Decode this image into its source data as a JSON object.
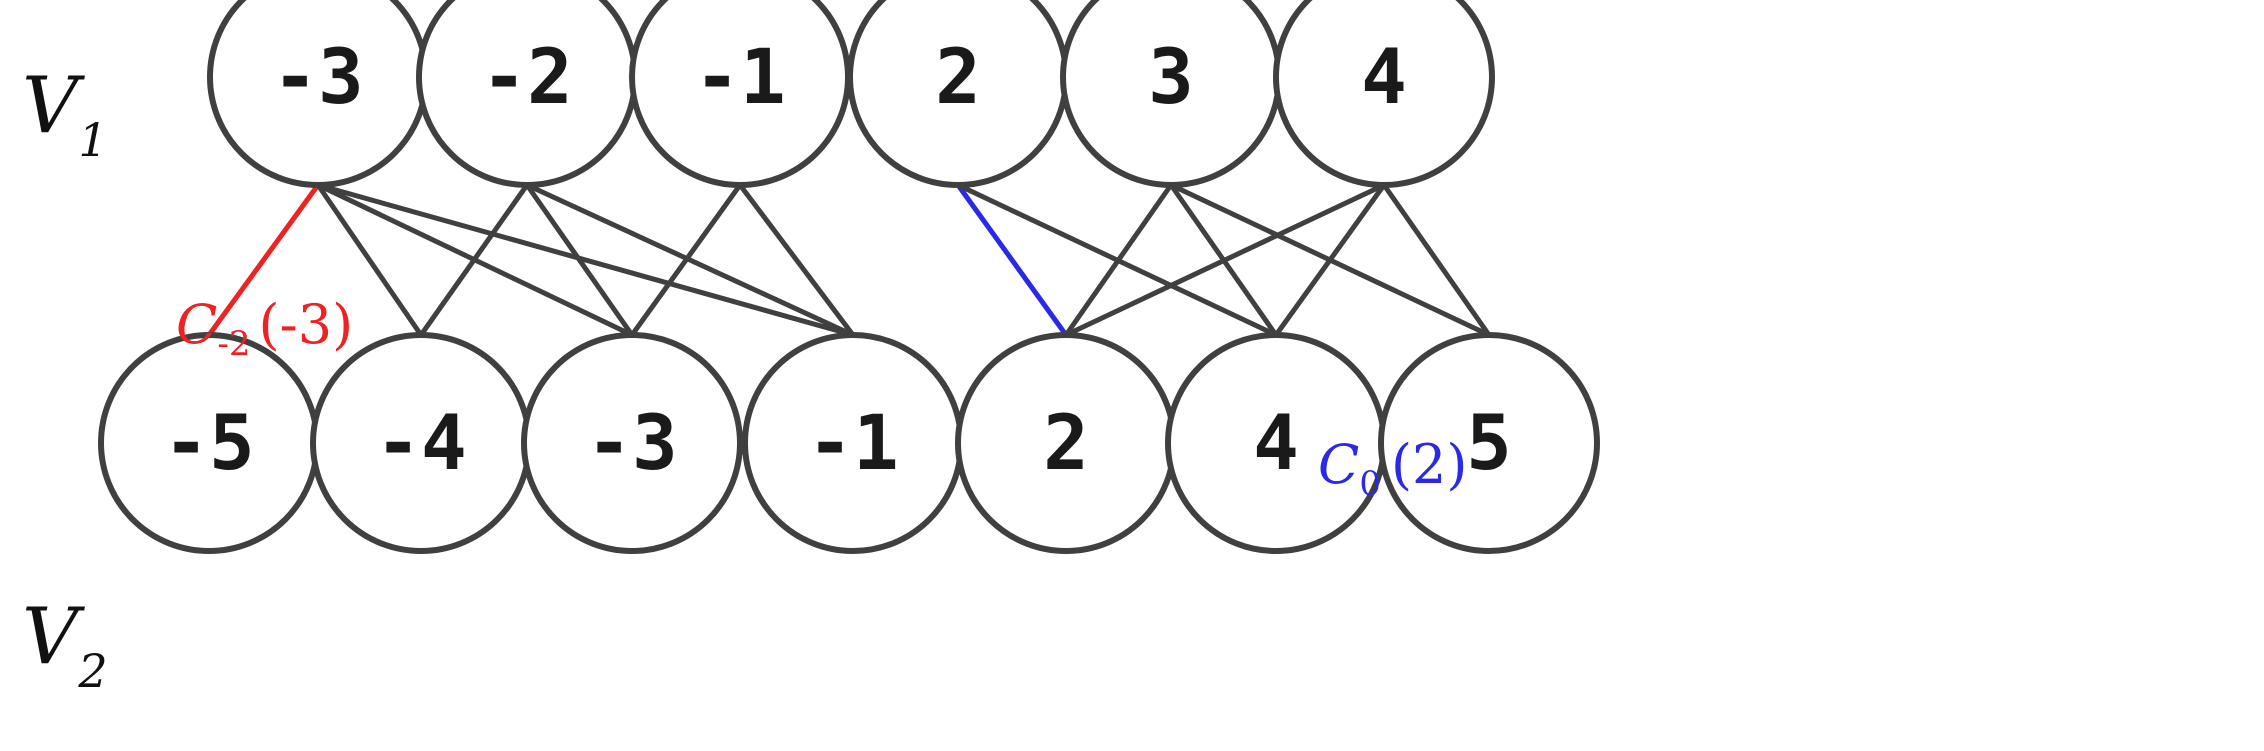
{
  "set_labels": {
    "top": {
      "letter": "V",
      "subscript": "1"
    },
    "bottom": {
      "letter": "V",
      "subscript": "2"
    }
  },
  "top_nodes": [
    "-3",
    "-2",
    "-1",
    "2",
    "3",
    "4"
  ],
  "bottom_nodes": [
    "-5",
    "-4",
    "-3",
    "-1",
    "2",
    "4",
    "5"
  ],
  "edges": [
    {
      "from": 0,
      "to": 0,
      "highlight": "red"
    },
    {
      "from": 0,
      "to": 1
    },
    {
      "from": 0,
      "to": 2
    },
    {
      "from": 0,
      "to": 3
    },
    {
      "from": 1,
      "to": 1
    },
    {
      "from": 1,
      "to": 2
    },
    {
      "from": 1,
      "to": 3
    },
    {
      "from": 2,
      "to": 2
    },
    {
      "from": 2,
      "to": 3
    },
    {
      "from": 3,
      "to": 4,
      "highlight": "blue"
    },
    {
      "from": 3,
      "to": 5
    },
    {
      "from": 4,
      "to": 4
    },
    {
      "from": 4,
      "to": 5
    },
    {
      "from": 4,
      "to": 6
    },
    {
      "from": 5,
      "to": 4
    },
    {
      "from": 5,
      "to": 5
    },
    {
      "from": 5,
      "to": 6
    }
  ],
  "annotations": {
    "red": {
      "letter": "C",
      "subscript": "-2",
      "argument": "(-3)",
      "color": "#ee2222"
    },
    "blue": {
      "letter": "C",
      "subscript": "0",
      "argument": "(2)",
      "color": "#2a2ae6"
    }
  },
  "colors": {
    "edge": "#404040",
    "node_stroke": "#404040",
    "red": "#ee2222",
    "blue": "#2a2ae6"
  }
}
